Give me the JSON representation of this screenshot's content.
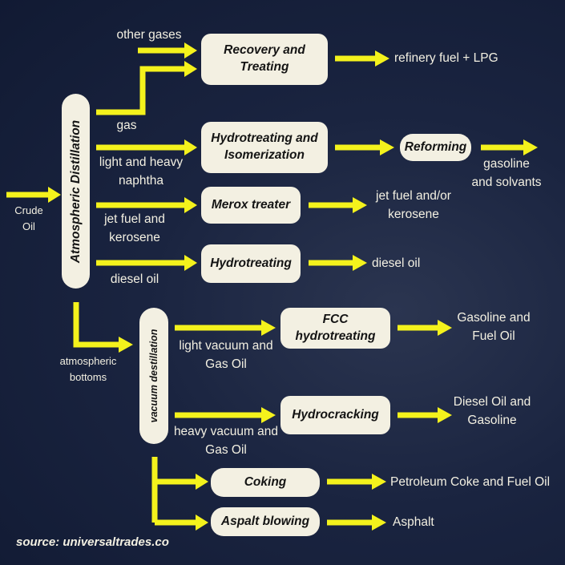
{
  "nodes": {
    "atmospheric_distillation": "Atmospheric Distillation",
    "vacuum_distillation": "vacuum destillation",
    "recovery": "Recovery and\nTreating",
    "hydrotreating_isomerization": "Hydrotreating and\nIsomerization",
    "reforming": "Reforming",
    "merox": "Merox treater",
    "hydrotreating": "Hydrotreating",
    "fcc": "FCC hydrotreating",
    "hydrocracking": "Hydrocracking",
    "coking": "Coking",
    "asphalt_blowing": "Aspalt blowing"
  },
  "inputs": {
    "crude_oil": "Crude\nOil",
    "other_gases": "other gases",
    "gas": "gas",
    "naphtha": "light and heavy\nnaphtha",
    "jet_fuel_kerosene": "jet fuel and\nkerosene",
    "diesel_oil": "diesel oil",
    "atmospheric_bottoms": "atmospheric\nbottoms",
    "light_vacuum_gas_oil": "light vacuum and\nGas Oil",
    "heavy_vacuum_gas_oil": "heavy vacuum and\nGas Oil"
  },
  "outputs": {
    "refinery_fuel_lpg": "refinery fuel + LPG",
    "gasoline_solvants": "gasoline\nand solvants",
    "jet_fuel_kerosene": "jet fuel and/or\nkerosene",
    "diesel_oil": "diesel oil",
    "gasoline_fuel_oil": "Gasoline and\nFuel Oil",
    "diesel_oil_gasoline": "Diesel Oil and\nGasoline",
    "petroleum_coke_fuel_oil": "Petroleum Coke and Fuel Oil",
    "asphalt": "Asphalt"
  },
  "source": "source: universaltrades.co",
  "colors": {
    "arrow": "#f4f21c",
    "box": "#f3f0e2",
    "background": "#16203a",
    "text": "#f3f0e2"
  }
}
